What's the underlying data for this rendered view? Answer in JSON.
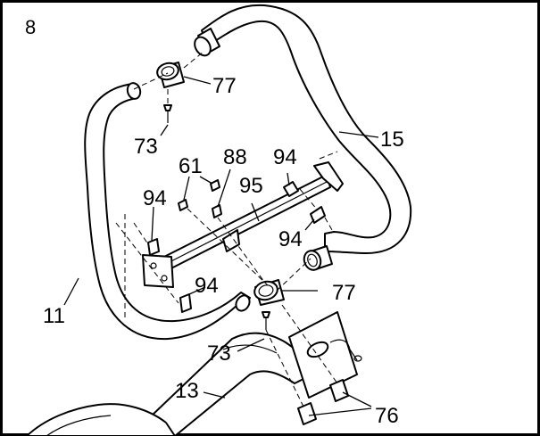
{
  "step_number": "8",
  "callouts": {
    "p77_top": "77",
    "p73_top": "73",
    "p15": "15",
    "p61": "61",
    "p88": "88",
    "p94_top": "94",
    "p95": "95",
    "p94_left": "94",
    "p94_right": "94",
    "p11": "11",
    "p94_bottom": "94",
    "p77_bottom": "77",
    "p73_bottom": "73",
    "p13": "13",
    "p76": "76"
  }
}
